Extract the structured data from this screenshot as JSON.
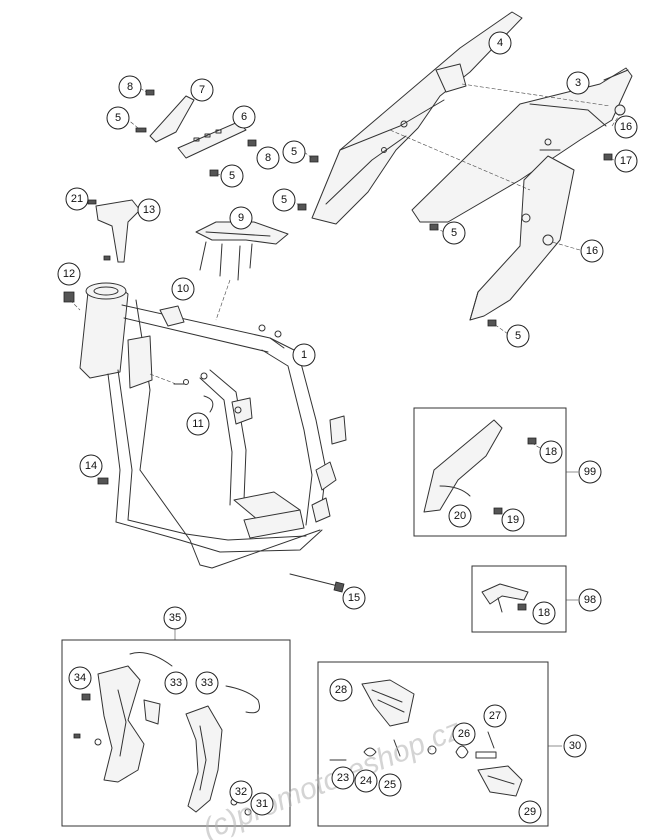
{
  "watermark": "(c)promoto-eshop.cz",
  "callouts": [
    {
      "id": "c1",
      "label": "1"
    },
    {
      "id": "c3",
      "label": "3"
    },
    {
      "id": "c4",
      "label": "4"
    },
    {
      "id": "c5a",
      "label": "5"
    },
    {
      "id": "c5b",
      "label": "5"
    },
    {
      "id": "c5c",
      "label": "5"
    },
    {
      "id": "c5d",
      "label": "5"
    },
    {
      "id": "c5e",
      "label": "5"
    },
    {
      "id": "c5f",
      "label": "5"
    },
    {
      "id": "c6",
      "label": "6"
    },
    {
      "id": "c7",
      "label": "7"
    },
    {
      "id": "c8a",
      "label": "8"
    },
    {
      "id": "c8b",
      "label": "8"
    },
    {
      "id": "c9",
      "label": "9"
    },
    {
      "id": "c10",
      "label": "10"
    },
    {
      "id": "c11",
      "label": "11"
    },
    {
      "id": "c12",
      "label": "12"
    },
    {
      "id": "c13",
      "label": "13"
    },
    {
      "id": "c14",
      "label": "14"
    },
    {
      "id": "c15",
      "label": "15"
    },
    {
      "id": "c16a",
      "label": "16"
    },
    {
      "id": "c16b",
      "label": "16"
    },
    {
      "id": "c17",
      "label": "17"
    },
    {
      "id": "c18a",
      "label": "18"
    },
    {
      "id": "c18b",
      "label": "18"
    },
    {
      "id": "c19",
      "label": "19"
    },
    {
      "id": "c20",
      "label": "20"
    },
    {
      "id": "c21",
      "label": "21"
    },
    {
      "id": "c23",
      "label": "23"
    },
    {
      "id": "c24",
      "label": "24"
    },
    {
      "id": "c25",
      "label": "25"
    },
    {
      "id": "c26",
      "label": "26"
    },
    {
      "id": "c27",
      "label": "27"
    },
    {
      "id": "c28",
      "label": "28"
    },
    {
      "id": "c29",
      "label": "29"
    },
    {
      "id": "c30",
      "label": "30"
    },
    {
      "id": "c31",
      "label": "31"
    },
    {
      "id": "c32",
      "label": "32"
    },
    {
      "id": "c33a",
      "label": "33"
    },
    {
      "id": "c33b",
      "label": "33"
    },
    {
      "id": "c34",
      "label": "34"
    },
    {
      "id": "c35",
      "label": "35"
    },
    {
      "id": "c98",
      "label": "98"
    },
    {
      "id": "c99",
      "label": "99"
    }
  ]
}
